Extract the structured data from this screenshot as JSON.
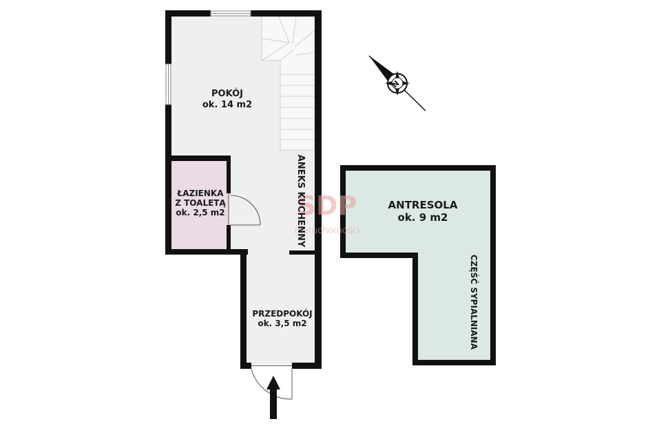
{
  "rooms": {
    "pokoj": {
      "name": "POKÓJ",
      "area": "ok. 14 m2"
    },
    "lazienka": {
      "line1": "ŁAZIENKA",
      "line2": "Z TOALETĄ",
      "area": "ok. 2,5 m2"
    },
    "aneks": {
      "name": "ANEKS KUCHENNY"
    },
    "przedpokoj": {
      "name": "PRZEDPOKÓJ",
      "area": "ok. 3,5 m2"
    },
    "antresola": {
      "name": "ANTRESOLA",
      "area": "ok. 9 m2"
    },
    "sypialnia": {
      "name": "CZĘŚĆ SYPIALNIANA"
    }
  },
  "compass": {
    "letter": "N"
  },
  "watermark": {
    "logo": "SDP",
    "tagline": "nieruchomości"
  },
  "colors": {
    "wall": "#111111",
    "floor": "#efefef",
    "bathroom": "#eadbe6",
    "mezzanine": "#dce8e3",
    "watermark": "#e8a0a0"
  }
}
